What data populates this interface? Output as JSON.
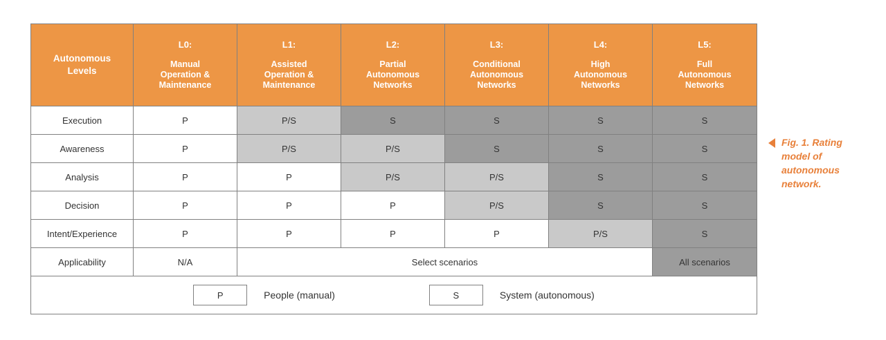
{
  "figure": {
    "caption_marker_icon": "left-triangle-icon",
    "caption": "Fig. 1. Rating model of autonomous network.",
    "accent_color": "#E8803A",
    "header_color": "#ED9645",
    "shade_light": "#C9C9C9",
    "shade_dark": "#9C9C9C"
  },
  "table": {
    "corner_header": "Autonomous\nLevels",
    "columns": [
      {
        "code": "L0:",
        "desc": "Manual\nOperation &\nMaintenance"
      },
      {
        "code": "L1:",
        "desc": "Assisted\nOperation &\nMaintenance"
      },
      {
        "code": "L2:",
        "desc": "Partial\nAutonomous\nNetworks"
      },
      {
        "code": "L3:",
        "desc": "Conditional\nAutonomous\nNetworks"
      },
      {
        "code": "L4:",
        "desc": "High\nAutonomous\nNetworks"
      },
      {
        "code": "L5:",
        "desc": "Full\nAutonomous\nNetworks"
      }
    ],
    "rows": [
      {
        "label": "Execution",
        "cells": [
          "P",
          "P/S",
          "S",
          "S",
          "S",
          "S"
        ]
      },
      {
        "label": "Awareness",
        "cells": [
          "P",
          "P/S",
          "P/S",
          "S",
          "S",
          "S"
        ]
      },
      {
        "label": "Analysis",
        "cells": [
          "P",
          "P",
          "P/S",
          "P/S",
          "S",
          "S"
        ]
      },
      {
        "label": "Decision",
        "cells": [
          "P",
          "P",
          "P",
          "P/S",
          "S",
          "S"
        ]
      },
      {
        "label": "Intent/Experience",
        "cells": [
          "P",
          "P",
          "P",
          "P",
          "P/S",
          "S"
        ]
      }
    ],
    "applicability": {
      "label": "Applicability",
      "l0_value": "N/A",
      "select_value": "Select scenarios",
      "all_value": "All scenarios"
    },
    "legend": [
      {
        "symbol": "P",
        "text": "People (manual)"
      },
      {
        "symbol": "S",
        "text": "System (autonomous)"
      }
    ]
  }
}
